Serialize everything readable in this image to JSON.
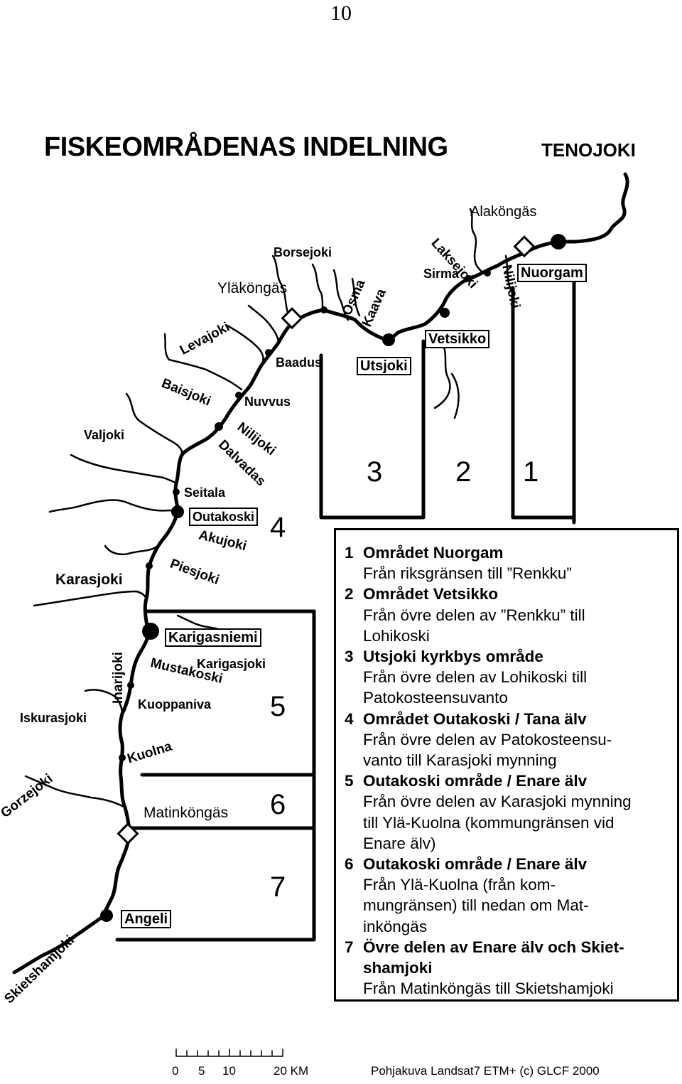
{
  "page_number": "10",
  "title": "FISKEOMRÅDENAS INDELNING",
  "river_name": "TENOJOKI",
  "zone_numbers": [
    "1",
    "2",
    "3",
    "4",
    "5",
    "6",
    "7"
  ],
  "places": {
    "alakongas": "Alaköngäs",
    "laksejoki": "Laksejoki",
    "sirma": "Sirma",
    "nuorgam": "Nuorgam",
    "nilijoki_north": "Nilijoki",
    "borsejoki": "Borsejoki",
    "ylakongas": "Yläköngäs",
    "osma": "Osma",
    "kaava": "Kaava",
    "vetsikko": "Vetsikko",
    "levajoki": "Levajoki",
    "baadus": "Baadus",
    "utsjoki": "Utsjoki",
    "baisjoki": "Baisjoki",
    "nuvvus": "Nuvvus",
    "valjoki": "Valjoki",
    "nilijoki": "Nilijoki",
    "dalvadas": "Dalvadas",
    "seitala": "Seitala",
    "outakoski": "Outakoski",
    "akujoki": "Akujoki",
    "piesjoki": "Piesjoki",
    "karasjoki": "Karasjoki",
    "inarijoki": "Inarijoki",
    "karigasniemi": "Karigasniemi",
    "mustakoski": "Mustakoski",
    "karigasjoki": "Karigasjoki",
    "iskurasjoki": "Iskurasjoki",
    "kuoppaniva": "Kuoppaniva",
    "kuolna": "Kuolna",
    "gorzejoki": "Gorzejoki",
    "matinkongas": "Matinköngäs",
    "angeli": "Angeli",
    "skietshamjoki": "Skietshamjoki"
  },
  "legend": [
    {
      "num": "1",
      "title": "Området Nuorgam",
      "desc": "Från riksgränsen till ”Renkku”"
    },
    {
      "num": "2",
      "title": "Området Vetsikko",
      "desc": "Från övre delen av ”Renkku” till\nLohikoski"
    },
    {
      "num": "3",
      "title": "Utsjoki kyrkbys område",
      "desc": "Från övre delen av Lohikoski till\nPatokosteensuvanto"
    },
    {
      "num": "4",
      "title": "Området Outakoski / Tana älv",
      "desc": "Från övre delen av Patokosteensu-\nvanto till Karasjoki mynning"
    },
    {
      "num": "5",
      "title": "Outakoski område / Enare älv",
      "desc": "Från övre delen av Karasjoki mynning\ntill Ylä-Kuolna  (kommungränsen vid\nEnare älv)"
    },
    {
      "num": "6",
      "title": "Outakoski område / Enare älv",
      "desc": "Från Ylä-Kuolna (från kom-\nmungränsen) till nedan om Mat-\ninköngäs"
    },
    {
      "num": "7",
      "title": "Övre delen av Enare älv och Skiet-\nshamjoki",
      "desc": "Från Matinköngäs till Skietshamjoki"
    }
  ],
  "scale": {
    "ticks": [
      "0",
      "5",
      "10",
      "20 KM"
    ],
    "km_values": [
      0,
      5,
      10,
      20
    ]
  },
  "credit": "Pohjakuva Landsat7 ETM+ (c) GLCF 2000",
  "colors": {
    "ink": "#000000",
    "paper": "#ffffff"
  }
}
